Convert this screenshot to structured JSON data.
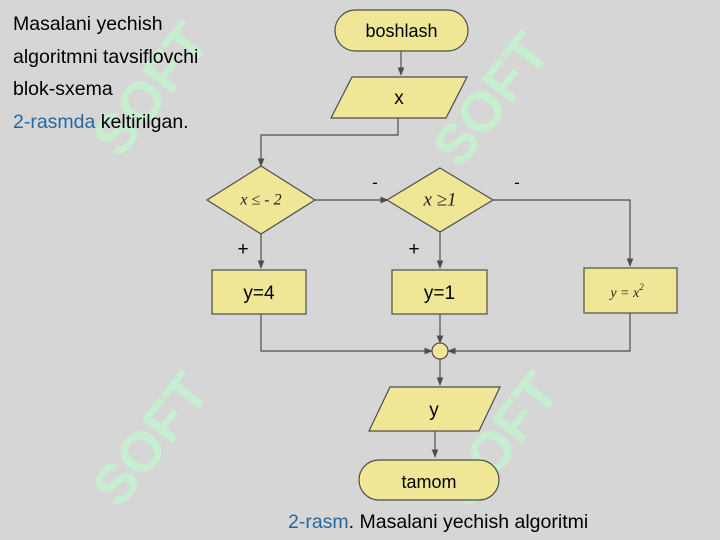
{
  "intro": {
    "line1": "Masalani yechish",
    "line2": "algoritmni tavsiflovchi",
    "line3": "blok-sxema",
    "ref": "2-rasmda",
    "rest": " keltirilgan."
  },
  "caption": {
    "ref": "2-rasm",
    "text": ". Masalani yechish algoritmi"
  },
  "flowchart": {
    "start": "boshlash",
    "input": "x",
    "cond1": "x ≤ - 2",
    "cond2": "x ≥1",
    "minus1": "-",
    "minus2": "-",
    "plus1": "+",
    "plus2": "+",
    "proc1": "y=4",
    "proc2": "y=1",
    "proc3": "y = x",
    "proc3_exp": "2",
    "output": "y",
    "end": "tamom"
  },
  "watermark": "SOFT",
  "colors": {
    "background": "#d6d6d6",
    "shape_fill": "#efe796",
    "shape_stroke": "#4d4d4d",
    "accent_text": "#1f6aa5",
    "watermark": "#c6efcf"
  }
}
